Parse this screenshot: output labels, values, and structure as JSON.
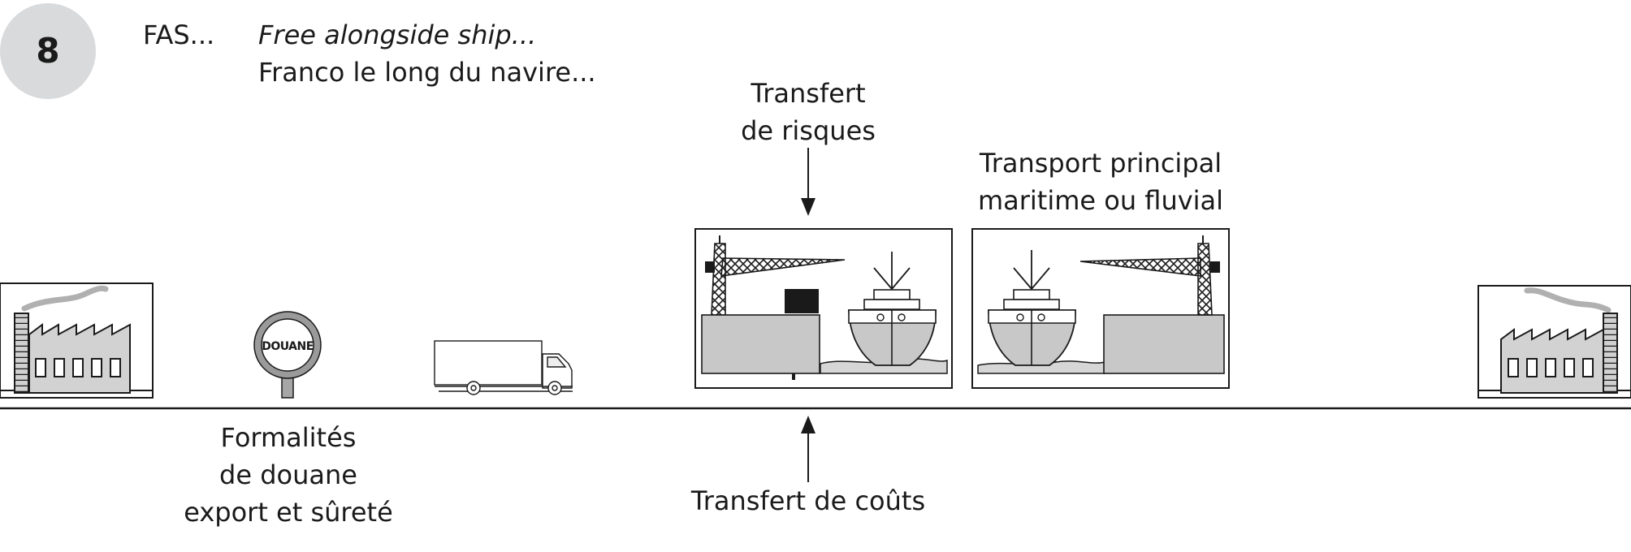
{
  "badge": {
    "number": "8"
  },
  "term": {
    "code": "FAS...",
    "english": "Free alongside ship...",
    "french": "Franco le long du navire..."
  },
  "labels": {
    "risk_transfer": [
      "Transfert",
      "de risques"
    ],
    "main_transport": [
      "Transport principal",
      "maritime ou fluvial"
    ],
    "customs": [
      "Formalités",
      "de douane",
      "export et sûreté"
    ],
    "cost_transfer": "Transfert de coûts"
  },
  "customs_sign": {
    "text": "DOUANE"
  },
  "icons": [
    "factory-seller-icon",
    "customs-sign-icon",
    "truck-icon",
    "port-crane-ship-icon",
    "ship-crane-port-icon",
    "factory-buyer-icon"
  ],
  "colors": {
    "badge": "#d9dadc",
    "fill_gray": "#c8c8c8",
    "stroke": "#1a1a1a"
  }
}
